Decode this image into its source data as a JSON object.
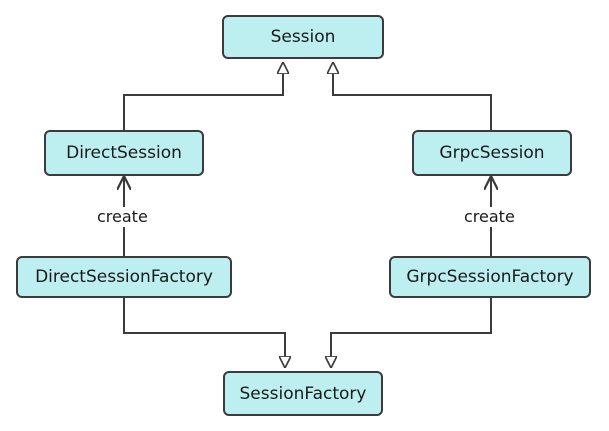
{
  "nodes": {
    "session": "Session",
    "direct_session": "DirectSession",
    "grpc_session": "GrpcSession",
    "direct_session_factory": "DirectSessionFactory",
    "grpc_session_factory": "GrpcSessionFactory",
    "session_factory": "SessionFactory"
  },
  "labels": {
    "left_create": "create",
    "right_create": "create"
  },
  "colors": {
    "node_fill": "#bdeef0",
    "node_border": "#3b3b3b",
    "line": "#3b3b3b"
  }
}
